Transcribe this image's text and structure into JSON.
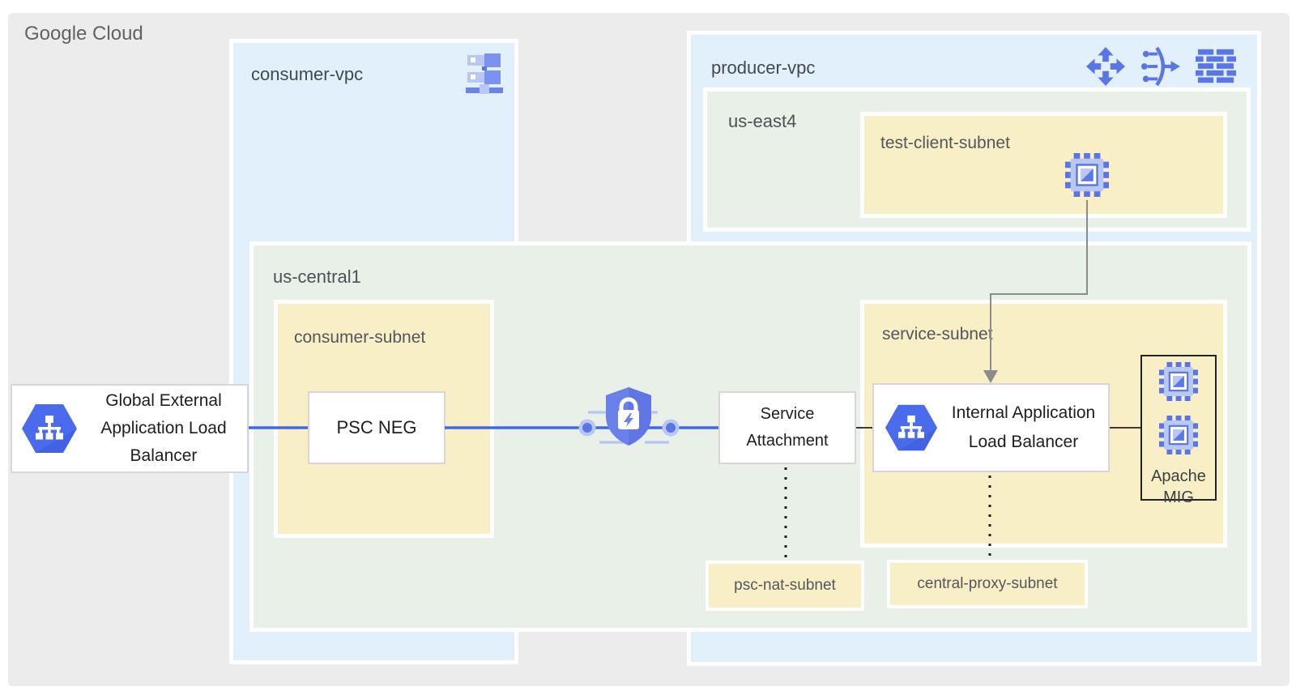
{
  "google_cloud": {
    "label": "Google Cloud"
  },
  "consumer_vpc": {
    "label": "consumer-vpc"
  },
  "producer_vpc": {
    "label": "producer-vpc"
  },
  "regions": {
    "us_east4": {
      "label": "us-east4"
    },
    "us_central1": {
      "label": "us-central1"
    }
  },
  "subnets": {
    "test_client": {
      "label": "test-client-subnet"
    },
    "consumer": {
      "label": "consumer-subnet"
    },
    "service": {
      "label": "service-subnet"
    },
    "psc_nat": {
      "label": "psc-nat-subnet"
    },
    "central_proxy": {
      "label": "central-proxy-subnet"
    }
  },
  "nodes": {
    "global_external_alb": {
      "lines": [
        "Global External",
        "Application Load",
        "Balancer"
      ]
    },
    "psc_neg": {
      "label": "PSC NEG"
    },
    "service_attachment": {
      "lines": [
        "Service",
        "Attachment"
      ]
    },
    "internal_alb": {
      "lines": [
        "Internal Application",
        "Load Balancer"
      ]
    },
    "apache_mig": {
      "lines": [
        "Apache",
        "MIG"
      ]
    }
  },
  "icons": {
    "consumer_vpc_icon": "vpc-network-icon",
    "producer_vpc_icons": [
      "load-balancing-icon",
      "cloud-nat-icon",
      "firewall-icon"
    ],
    "test_client_vm_icon": "compute-engine-icon",
    "psc_icon": "private-service-connect-shield-icon",
    "gelb_icon": "load-balancer-hexagon-icon",
    "ialb_icon": "load-balancer-hexagon-icon",
    "mig_vm_icons": "compute-engine-icon"
  },
  "colors": {
    "background_gray": "#ececec",
    "vpc_blue": "#e2f0fb",
    "region_green": "#e8f0e8",
    "subnet_yellow": "#f9efc6",
    "node_border_gray": "#d7d7d7",
    "mig_border_black": "#222326",
    "connection_blue": "#4467e3",
    "connector_gray": "#8b8b8b",
    "connector_black": "#3a3a3a",
    "dotted_black": "#1c1c1c",
    "icon_blue": "#5a75e6",
    "icon_blue_light": "#b9c7f5",
    "hexagon_blue": "#4b6bef",
    "shield_blue": "#6a81e9",
    "label_gray": "#5f6368",
    "label_dark": "#1d1e20"
  }
}
